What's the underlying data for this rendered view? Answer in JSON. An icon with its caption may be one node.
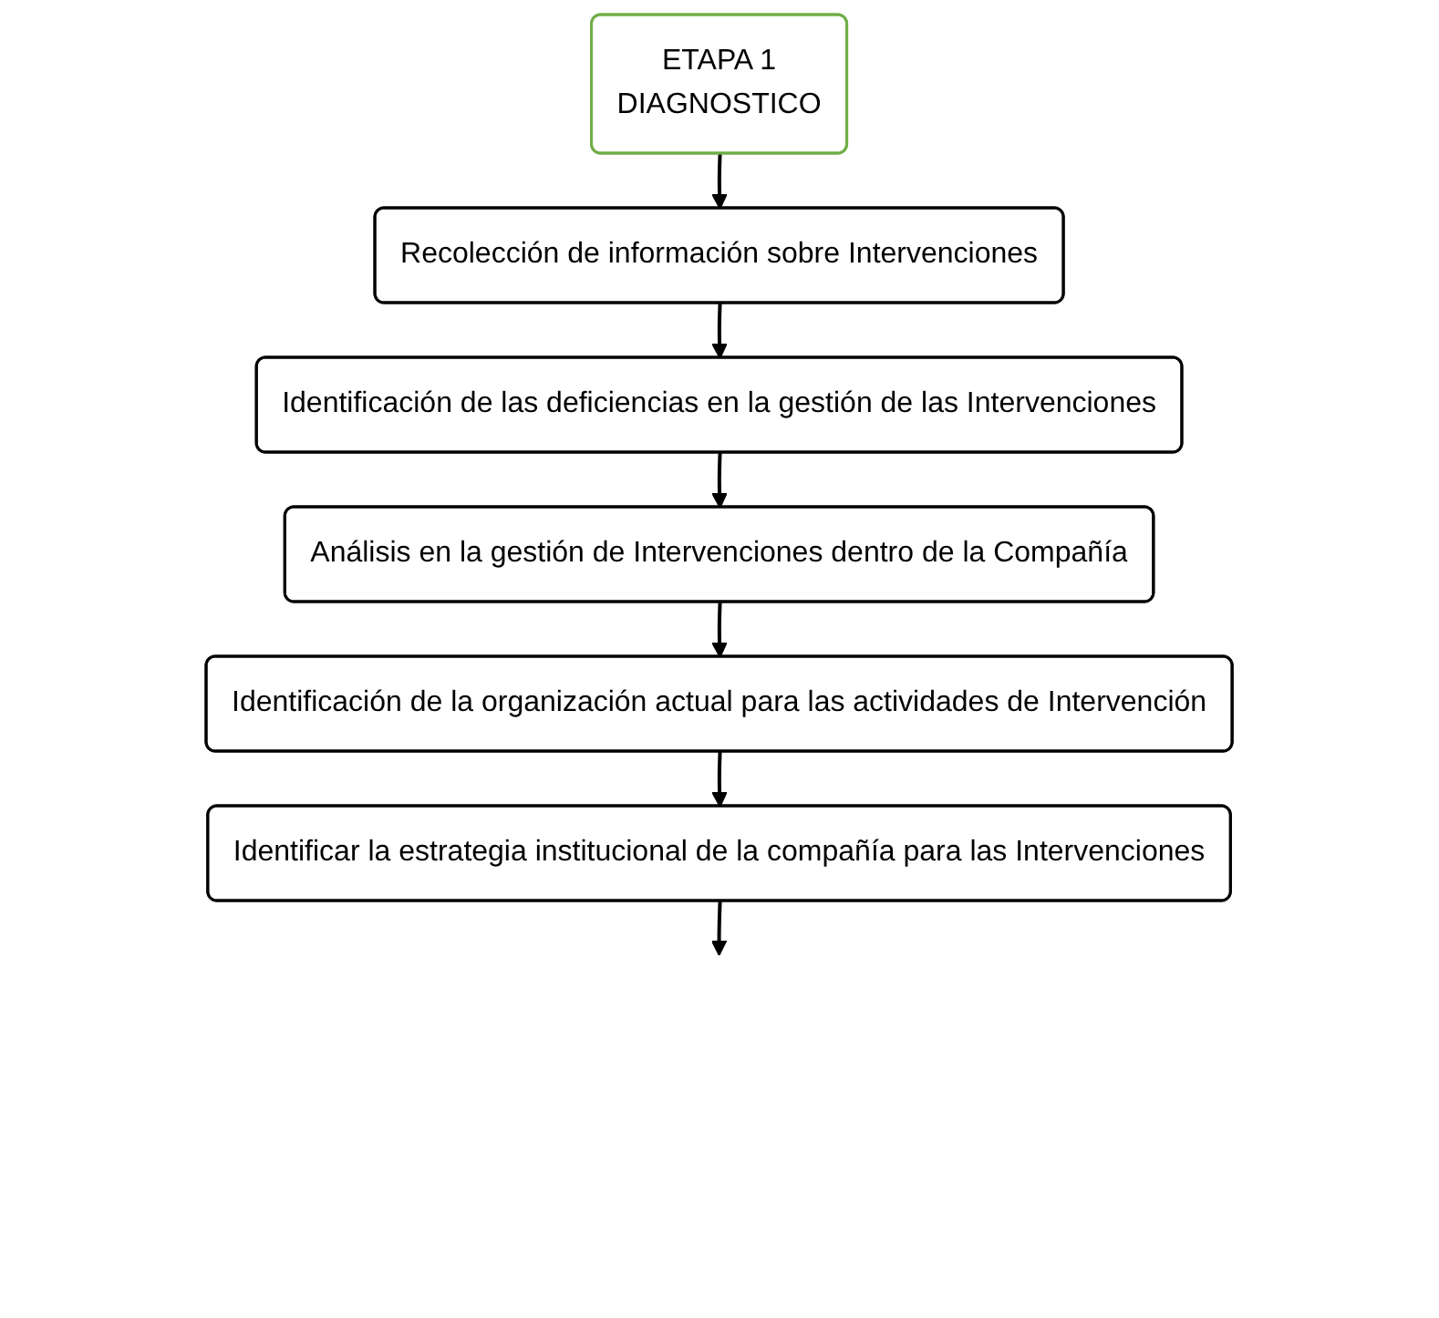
{
  "diagram": {
    "nodes": [
      {
        "text": [
          "ETAPA 1",
          "DIAGNOSTICO"
        ]
      },
      {
        "text": [
          "Recolección de información sobre Intervenciones"
        ]
      },
      {
        "text": [
          "Identificación de las deficiencias en la gestión de las Intervenciones"
        ]
      },
      {
        "text": [
          "Análisis en la gestión de Intervenciones dentro de la Compañía"
        ]
      },
      {
        "text": [
          "Identificación de la organización actual para las actividades de Intervención"
        ]
      },
      {
        "text": [
          "Identificar la estrategia institucional de la compañía para las Intervenciones"
        ]
      }
    ],
    "edges": [
      {
        "from": 0,
        "to": 1,
        "arrow": "to"
      },
      {
        "from": 1,
        "to": 2,
        "arrow": "to"
      },
      {
        "from": 2,
        "to": 3,
        "arrow": "to"
      },
      {
        "from": 3,
        "to": 4,
        "arrow": "to"
      },
      {
        "from": 4,
        "to": 5,
        "arrow": "to"
      },
      {
        "from": 5,
        "to": null,
        "arrow": "to"
      }
    ]
  }
}
